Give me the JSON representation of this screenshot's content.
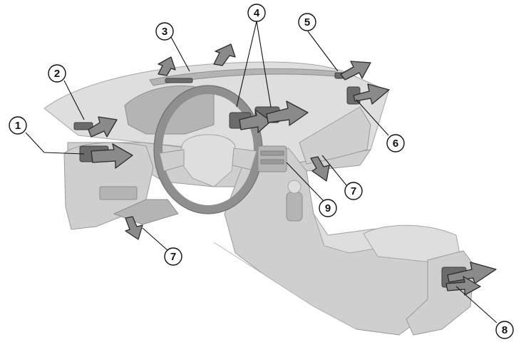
{
  "callouts": [
    {
      "id": "c1",
      "label": "1"
    },
    {
      "id": "c2",
      "label": "2"
    },
    {
      "id": "c3",
      "label": "3"
    },
    {
      "id": "c4",
      "label": "4"
    },
    {
      "id": "c5",
      "label": "5"
    },
    {
      "id": "c6",
      "label": "6"
    },
    {
      "id": "c7a",
      "label": "7"
    },
    {
      "id": "c7b",
      "label": "7"
    },
    {
      "id": "c8",
      "label": "8"
    },
    {
      "id": "c9",
      "label": "9"
    }
  ],
  "colors": {
    "background": "#ffffff",
    "interior": "#cfcfcf",
    "airflow_arrow": "#8a8a8a",
    "vent": "#6b6b6b",
    "outline": "#111111"
  }
}
